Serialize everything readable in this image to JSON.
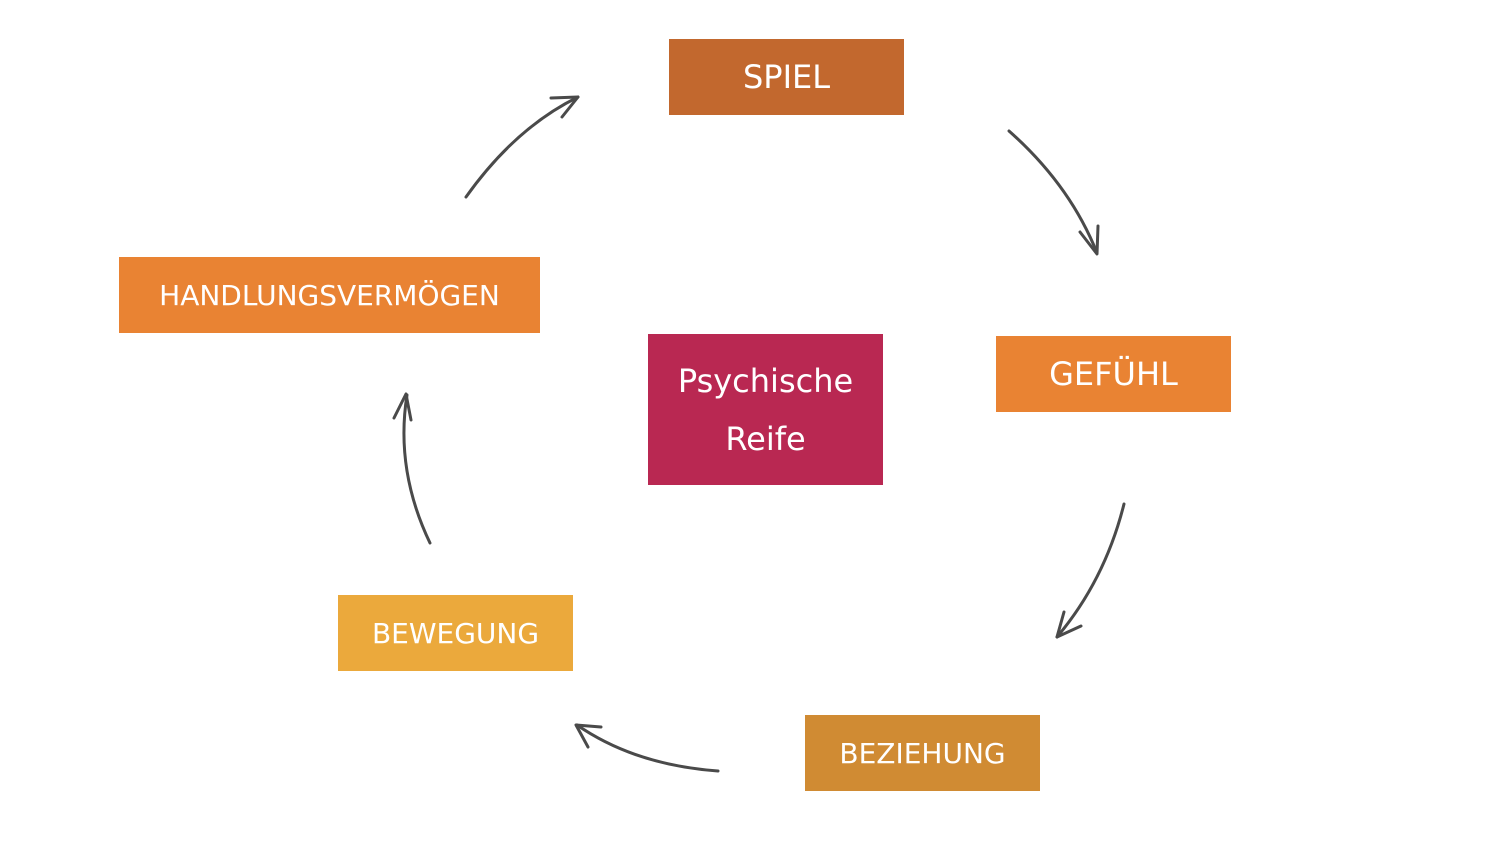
{
  "cycle": {
    "spiel": {
      "label": "SPIEL",
      "color": "#C2682E"
    },
    "gefuehl": {
      "label": "GEFÜHL",
      "color": "#E98333"
    },
    "beziehung": {
      "label": "BEZIEHUNG",
      "color": "#D08B33"
    },
    "bewegung": {
      "label": "BEWEGUNG",
      "color": "#EBA93C"
    },
    "handlung": {
      "label": "HANDLUNGSVERMÖGEN",
      "color": "#E98333"
    }
  },
  "center": {
    "line1": "Psychische",
    "line2": "Reife",
    "color": "#B92852"
  },
  "arrow_color": "#4A4A4A"
}
